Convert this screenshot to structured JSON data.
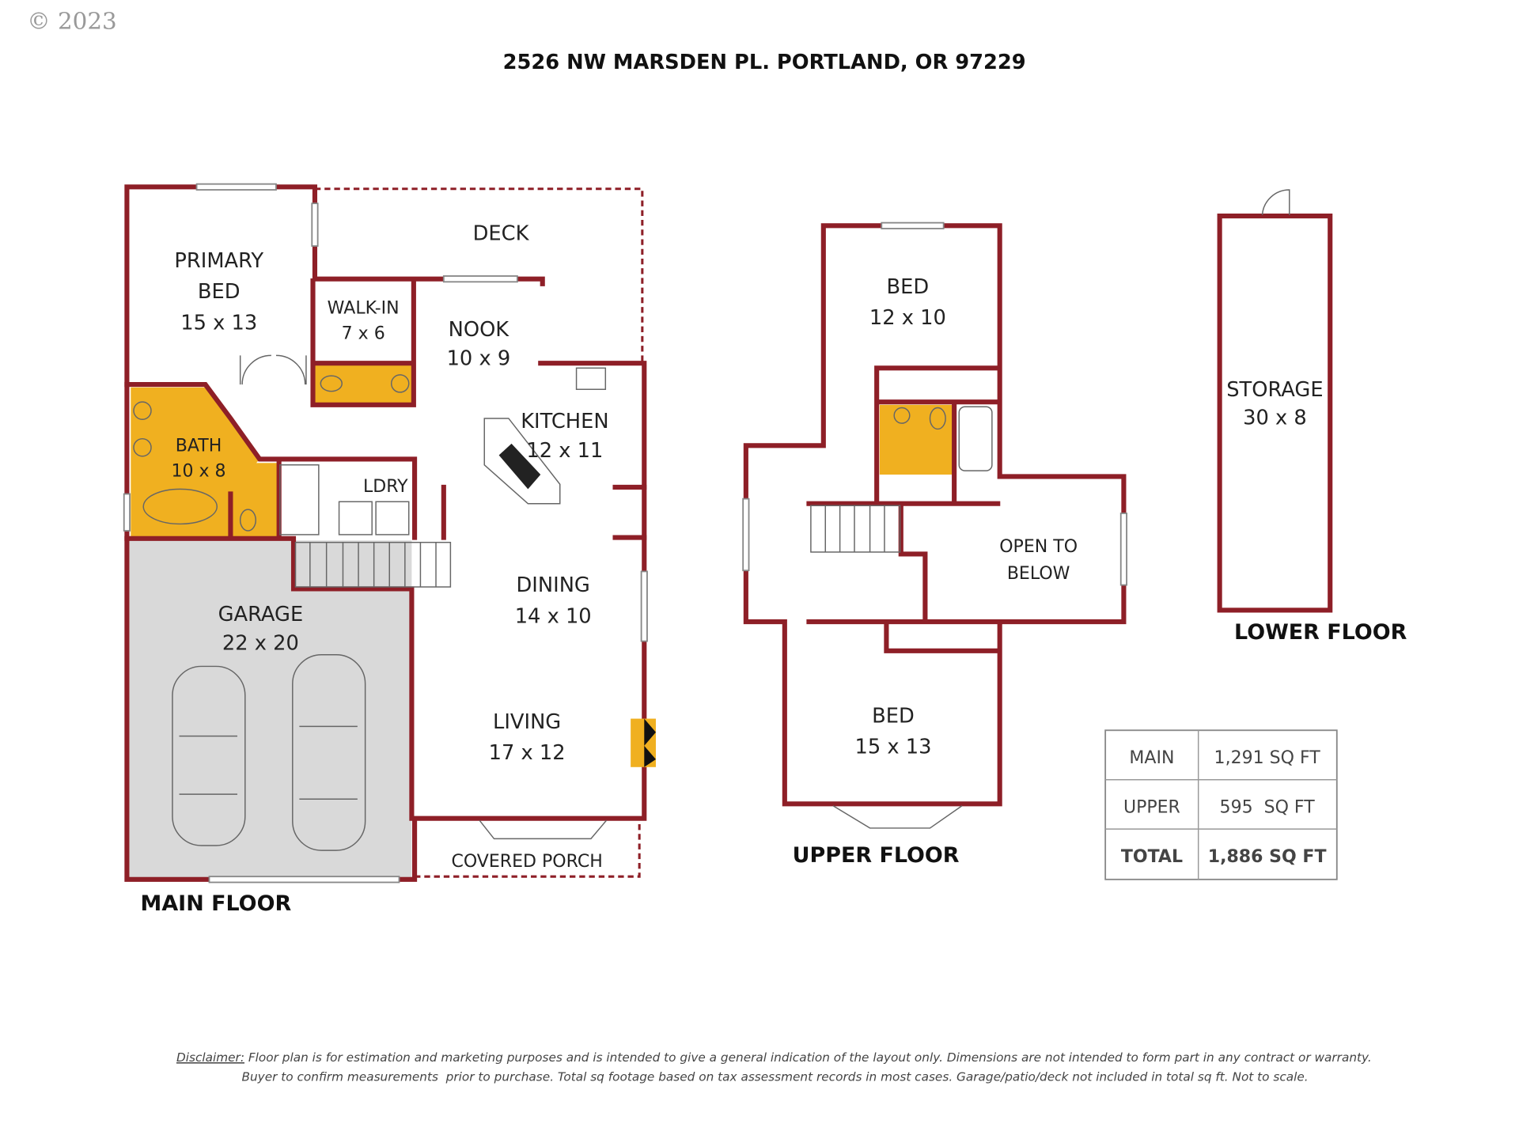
{
  "copyright": "© 2023",
  "title": "2526 NW MARSDEN PL. PORTLAND, OR 97229",
  "colors": {
    "wall": "#8e1f27",
    "bath": "#f0b020",
    "garage": "#d9d9d9"
  },
  "main_floor": {
    "label": "MAIN FLOOR",
    "rooms": {
      "deck": "DECK",
      "primary_bed": [
        "PRIMARY",
        "BED",
        "15 x 13"
      ],
      "walk_in": [
        "WALK-IN",
        "7 x 6"
      ],
      "nook": [
        "NOOK",
        "10 x 9"
      ],
      "kitchen": [
        "KITCHEN",
        "12 x 11"
      ],
      "bath": [
        "BATH",
        "10 x 8"
      ],
      "ldry": "LDRY",
      "garage": [
        "GARAGE",
        "22 x 20"
      ],
      "dining": [
        "DINING",
        "14 x 10"
      ],
      "living": [
        "LIVING",
        "17 x 12"
      ],
      "covered_porch": "COVERED PORCH"
    }
  },
  "upper_floor": {
    "label": "UPPER FLOOR",
    "rooms": {
      "bed1": [
        "BED",
        "12 x 10"
      ],
      "open_to_below": [
        "OPEN TO",
        "BELOW"
      ],
      "bed2": [
        "BED",
        "15 x 13"
      ]
    }
  },
  "lower_floor": {
    "label": "LOWER FLOOR",
    "rooms": {
      "storage": [
        "STORAGE",
        "30 x 8"
      ]
    }
  },
  "area_table": [
    {
      "label": "MAIN",
      "value": "1,291 SQ FT"
    },
    {
      "label": "UPPER",
      "value": "595  SQ FT"
    },
    {
      "label": "TOTAL",
      "value": "1,886 SQ FT"
    }
  ],
  "disclaimer": {
    "heading": "Disclaimer:",
    "line1": "Floor plan is for estimation and marketing purposes and is intended to give a general indication of the layout only. Dimensions are not intended to form part in any contract or warranty.",
    "line2": "Buyer to confirm measurements  prior to purchase. Total sq footage based on tax assessment records in most cases. Garage/patio/deck not included in total sq ft. Not to scale."
  }
}
